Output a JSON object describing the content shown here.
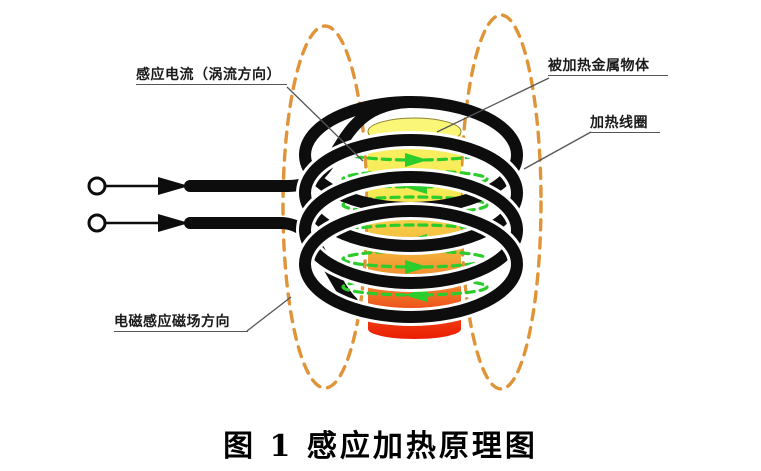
{
  "figure": {
    "caption": "图 1 感应加热原理图"
  },
  "labels": {
    "induced_current": "感应电流（涡流方向）",
    "heated_object": "被加热金属物体",
    "heating_coil": "加热线圈",
    "magnetic_field_direction": "电磁感应磁场方向"
  },
  "colors": {
    "field_line_orange": "#E09438",
    "eddy_green": "#2BCC2B",
    "wire_black": "#0D0D0D",
    "cyl_top_face": "#FAF778",
    "cyl_grad_0": "#F8F164",
    "cyl_grad_1": "#F7E954",
    "cyl_grad_2": "#F4B83C",
    "cyl_grad_3": "#F0802C",
    "cyl_grad_4": "#EE3D12",
    "cyl_grad_5": "#EC1C04",
    "leader_gray": "#555555",
    "label_text": "#1A1A1A"
  }
}
